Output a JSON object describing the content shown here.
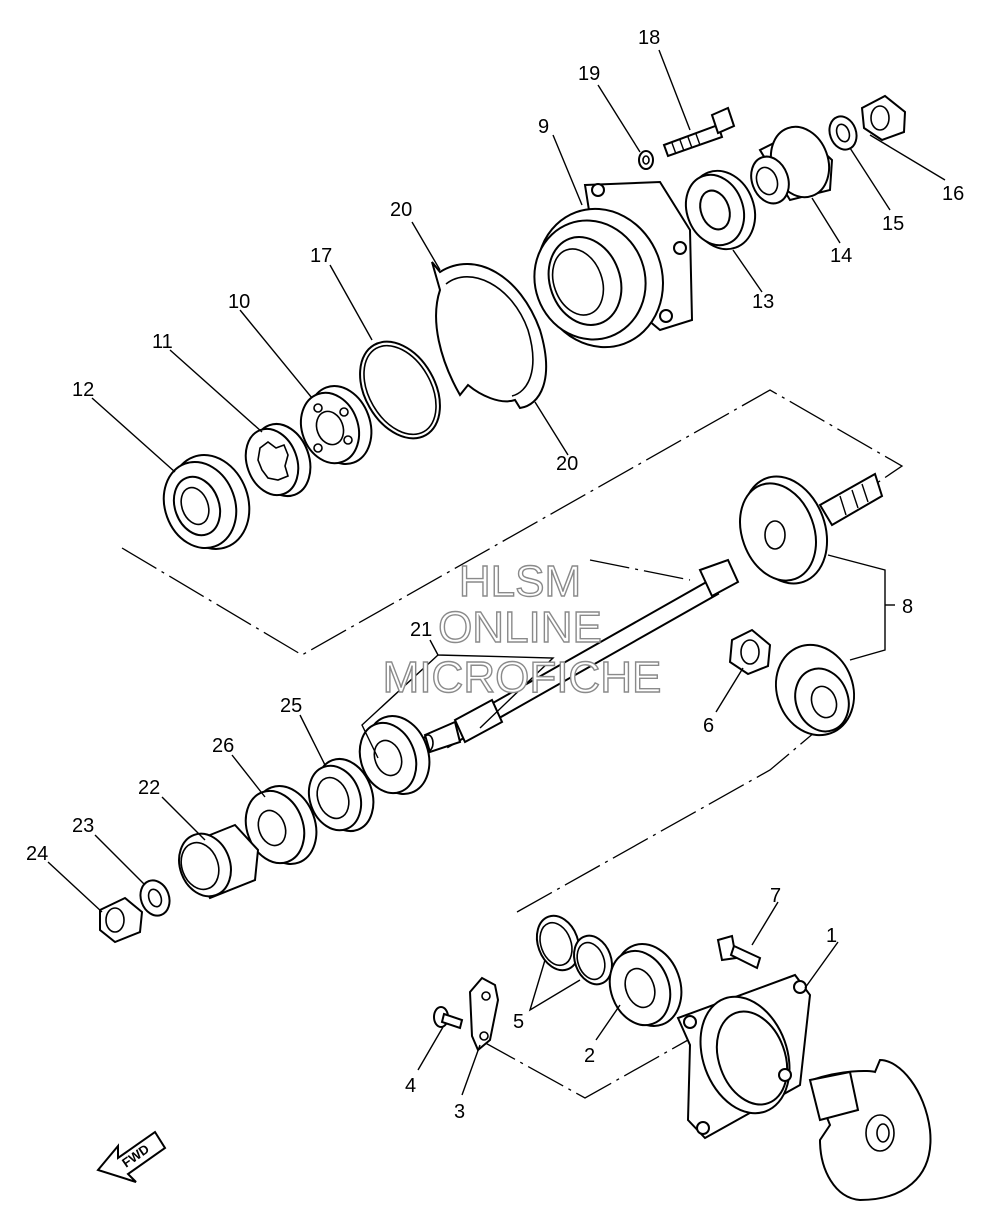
{
  "diagram": {
    "callouts": {
      "c1": "1",
      "c2": "2",
      "c3": "3",
      "c4": "4",
      "c5": "5",
      "c6": "6",
      "c7": "7",
      "c8": "8",
      "c9": "9",
      "c10": "10",
      "c11": "11",
      "c12": "12",
      "c13": "13",
      "c14": "14",
      "c15": "15",
      "c16": "16",
      "c17": "17",
      "c18": "18",
      "c19": "19",
      "c20a": "20",
      "c20b": "20",
      "c21": "21",
      "c22": "22",
      "c23": "23",
      "c24": "24",
      "c25": "25",
      "c26": "26"
    },
    "watermark": {
      "line1": "HLSM",
      "line2": "ONLINE",
      "line3": "MICROFICHE"
    },
    "direction": {
      "label": "FWD",
      "icon": "forward-arrow-icon"
    }
  }
}
